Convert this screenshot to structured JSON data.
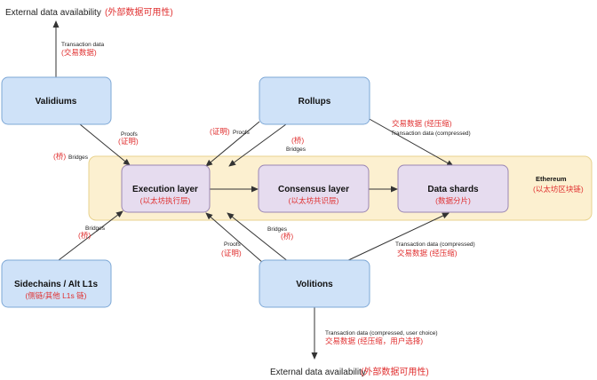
{
  "colors": {
    "box_blue": "#cfe2f8",
    "box_blue_border": "#7ea8d6",
    "box_purple": "#e6dcef",
    "box_purple_border": "#9a86b3",
    "band_fill": "#fcf0d0",
    "band_border": "#e8d28e",
    "label_red": "#e03030",
    "arrow": "#333333"
  },
  "external_top": {
    "en": "External data availability",
    "cn": "(外部数据可用性)"
  },
  "external_bottom": {
    "en": "External data availability",
    "cn": "(外部数据可用性)"
  },
  "nodes": {
    "validiums": {
      "title": "Validiums"
    },
    "rollups": {
      "title": "Rollups"
    },
    "execution": {
      "title": "Execution layer",
      "cn": "(以太坊执行层)"
    },
    "consensus": {
      "title": "Consensus layer",
      "cn": "(以太坊共识层)"
    },
    "shards": {
      "title": "Data shards",
      "cn": "(数据分片)"
    },
    "sidechains": {
      "title": "Sidechains / Alt L1s",
      "cn": "(侧链/其他 L1s 链)"
    },
    "volitions": {
      "title": "Volitions"
    }
  },
  "ethereum_band": {
    "en": "Ethereum",
    "cn": "(以太坊区块链)"
  },
  "edge_labels": {
    "validiums_tx": {
      "en": "Transaction data",
      "cn": "(交易数据)"
    },
    "validiums_proofs": {
      "en": "Proofs",
      "cn": "(证明)"
    },
    "validiums_bridges": {
      "en": "Bridges",
      "cn": "(桥)"
    },
    "rollups_proofs": {
      "en": "Proofs",
      "cn": "(证明)"
    },
    "rollups_bridges": {
      "en": "Bridges",
      "cn": "(桥)"
    },
    "rollups_tx": {
      "en": "Transaction data (compressed)",
      "cn": "交易数据 (经压缩)"
    },
    "side_bridges": {
      "en": "Bridges",
      "cn": "(桥)"
    },
    "vol_proofs": {
      "en": "Proofs",
      "cn": "(证明)"
    },
    "vol_bridges": {
      "en": "Bridges",
      "cn": "(桥)"
    },
    "vol_tx_shards": {
      "en": "Transaction data (compressed)",
      "cn": "交易数据 (经压缩)"
    },
    "vol_tx_ext": {
      "en": "Transaction data (compressed, user choice)",
      "cn": "交易数据 (经压缩，用户选择)"
    }
  }
}
